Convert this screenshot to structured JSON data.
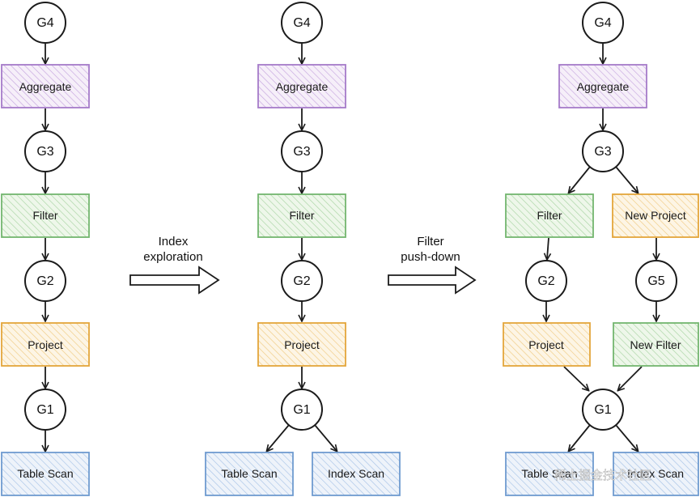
{
  "colors": {
    "aggregate": {
      "stroke": "#a57bc9",
      "fill": "#efe4f6"
    },
    "filter": {
      "stroke": "#73b66f",
      "fill": "#e5f2df"
    },
    "project": {
      "stroke": "#e4a63b",
      "fill": "#fbefd5"
    },
    "scan": {
      "stroke": "#6f9bd0",
      "fill": "#e2ecf8"
    }
  },
  "stage1": {
    "g4": "G4",
    "aggregate": "Aggregate",
    "g3": "G3",
    "filter": "Filter",
    "g2": "G2",
    "project": "Project",
    "g1": "G1",
    "table_scan": "Table Scan"
  },
  "step1": {
    "line1": "Index",
    "line2": "exploration"
  },
  "stage2": {
    "g4": "G4",
    "aggregate": "Aggregate",
    "g3": "G3",
    "filter": "Filter",
    "g2": "G2",
    "project": "Project",
    "g1": "G1",
    "table_scan": "Table Scan",
    "index_scan": "Index Scan"
  },
  "step2": {
    "line1": "Filter",
    "line2": "push-down"
  },
  "stage3": {
    "g4": "G4",
    "aggregate": "Aggregate",
    "g3": "G3",
    "filter": "Filter",
    "new_project": "New Project",
    "g2": "G2",
    "g5": "G5",
    "project": "Project",
    "new_filter": "New Filter",
    "g1": "G1",
    "table_scan": "Table Scan",
    "index_scan": "Index Scan"
  },
  "watermark": "稀土掘金技术社区"
}
